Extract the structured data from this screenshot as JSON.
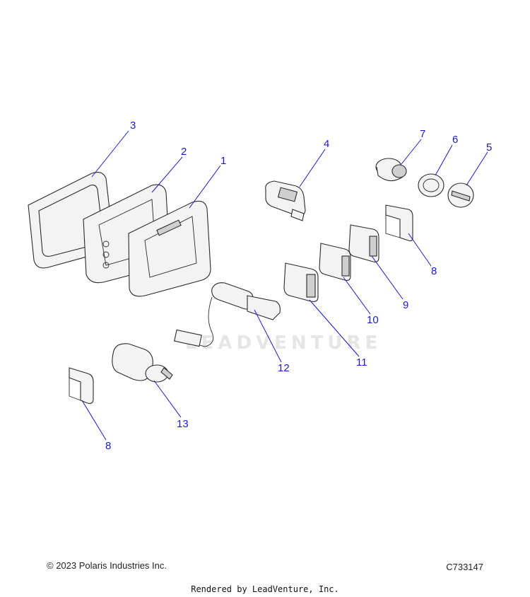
{
  "diagram": {
    "callouts": {
      "c1": "1",
      "c2": "2",
      "c3": "3",
      "c4": "4",
      "c5": "5",
      "c6": "6",
      "c7": "7",
      "c8a": "8",
      "c8b": "8",
      "c9": "9",
      "c10": "10",
      "c11": "11",
      "c12": "12",
      "c13": "13"
    },
    "watermark": "LEADVENTURE",
    "callout_color": "#1a1acc"
  },
  "footer": {
    "copyright": "© 2023 Polaris Industries Inc.",
    "code": "C733147",
    "credit": "Rendered by LeadVenture, Inc."
  }
}
